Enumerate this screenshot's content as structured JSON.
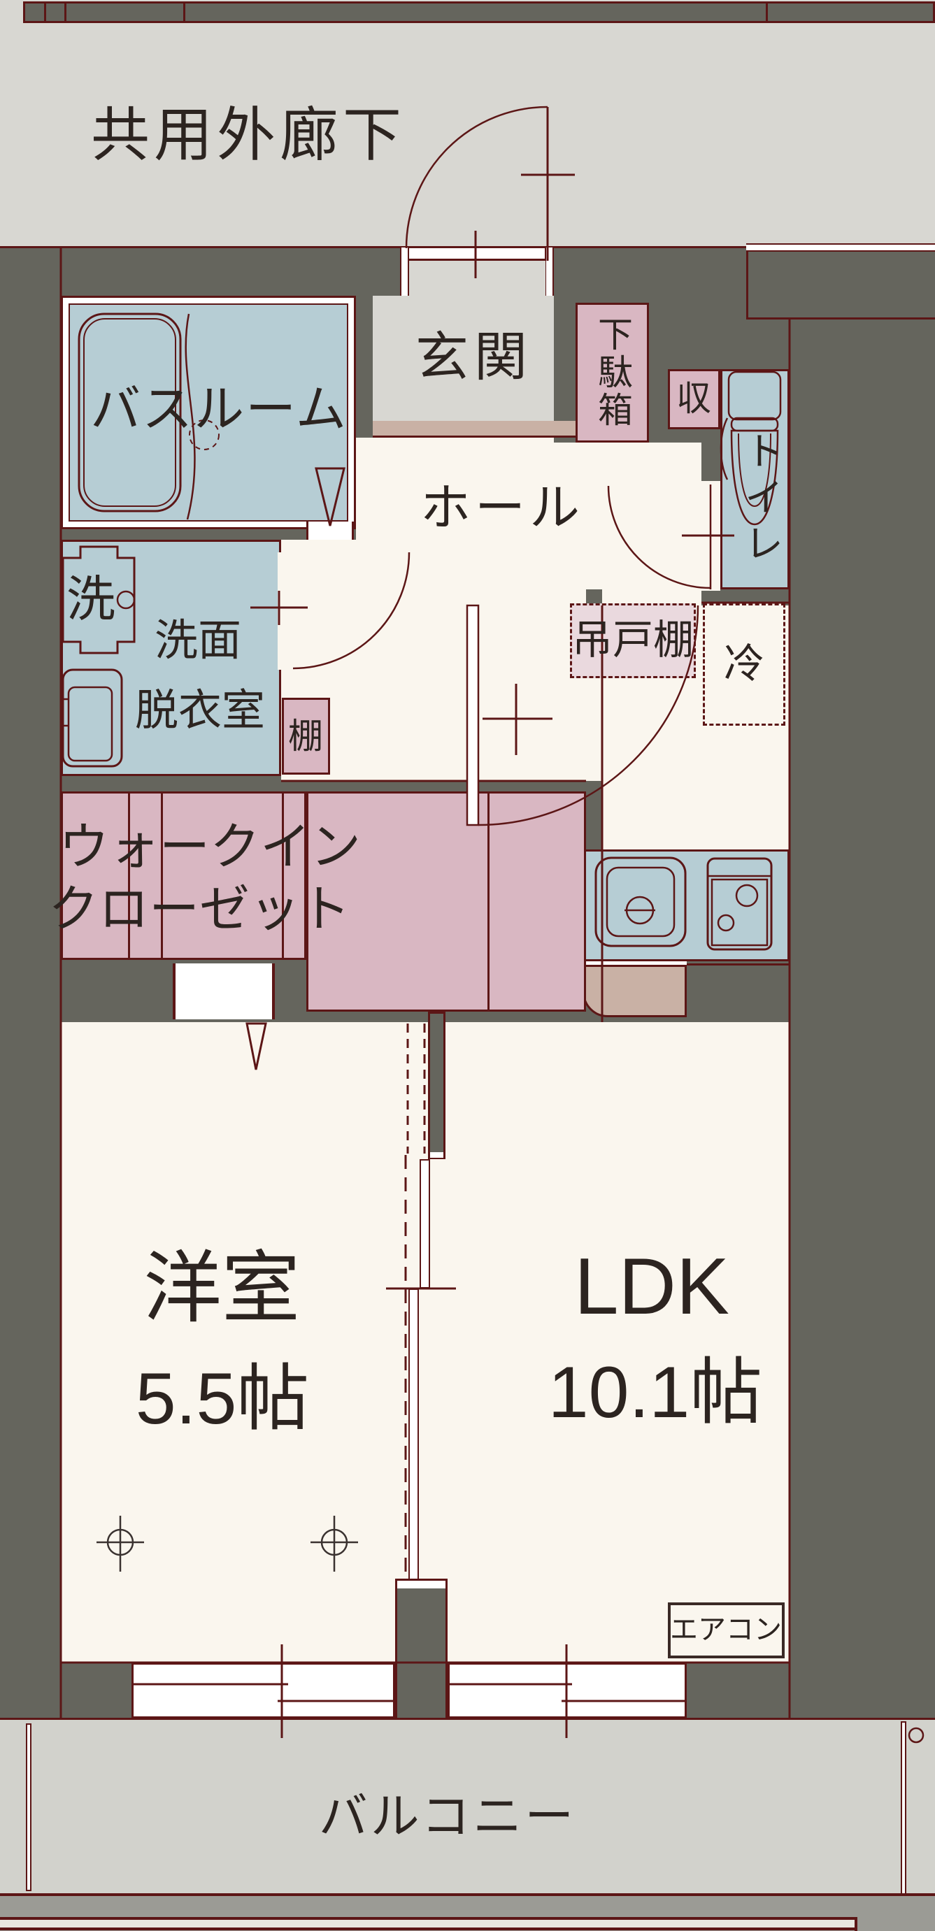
{
  "plan_title": "1LDK floor plan",
  "colors": {
    "wall": "#65655d",
    "corridor_floor": "#d8d7d2",
    "balcony_floor": "#d2d2cc",
    "room_floor": "#faf6ee",
    "wet_area": "#b6cdd4",
    "storage_pink": "#d9b7c2",
    "cupboard_pink": "#ead9de",
    "entry_step_tan": "#c9b1a5",
    "outline_red": "#5c1616",
    "text": "#2c2420"
  },
  "areas": {
    "corridor": {
      "label": "共用外廊下"
    },
    "entrance": {
      "label": "玄関"
    },
    "shoe_cabinet": {
      "label": "下駄箱"
    },
    "bathroom": {
      "label": "バスルーム"
    },
    "hall": {
      "label": "ホール"
    },
    "storage": {
      "label": "収"
    },
    "toilet": {
      "label": "トイレ"
    },
    "washer": {
      "label": "洗"
    },
    "washroom": {
      "label_line1": "洗面",
      "label_line2": "脱衣室"
    },
    "shelf": {
      "label": "棚"
    },
    "hanging_cupboard": {
      "label": "吊戸棚"
    },
    "refrigerator": {
      "label": "冷"
    },
    "walk_in_closet": {
      "label_line1": "ウォークイン",
      "label_line2": "クローゼット"
    },
    "western_room": {
      "label": "洋室",
      "size": "5.5帖"
    },
    "ldk": {
      "label": "LDK",
      "size": "10.1帖"
    },
    "air_conditioner": {
      "label": "エアコン"
    },
    "balcony": {
      "label": "バルコニー"
    }
  }
}
